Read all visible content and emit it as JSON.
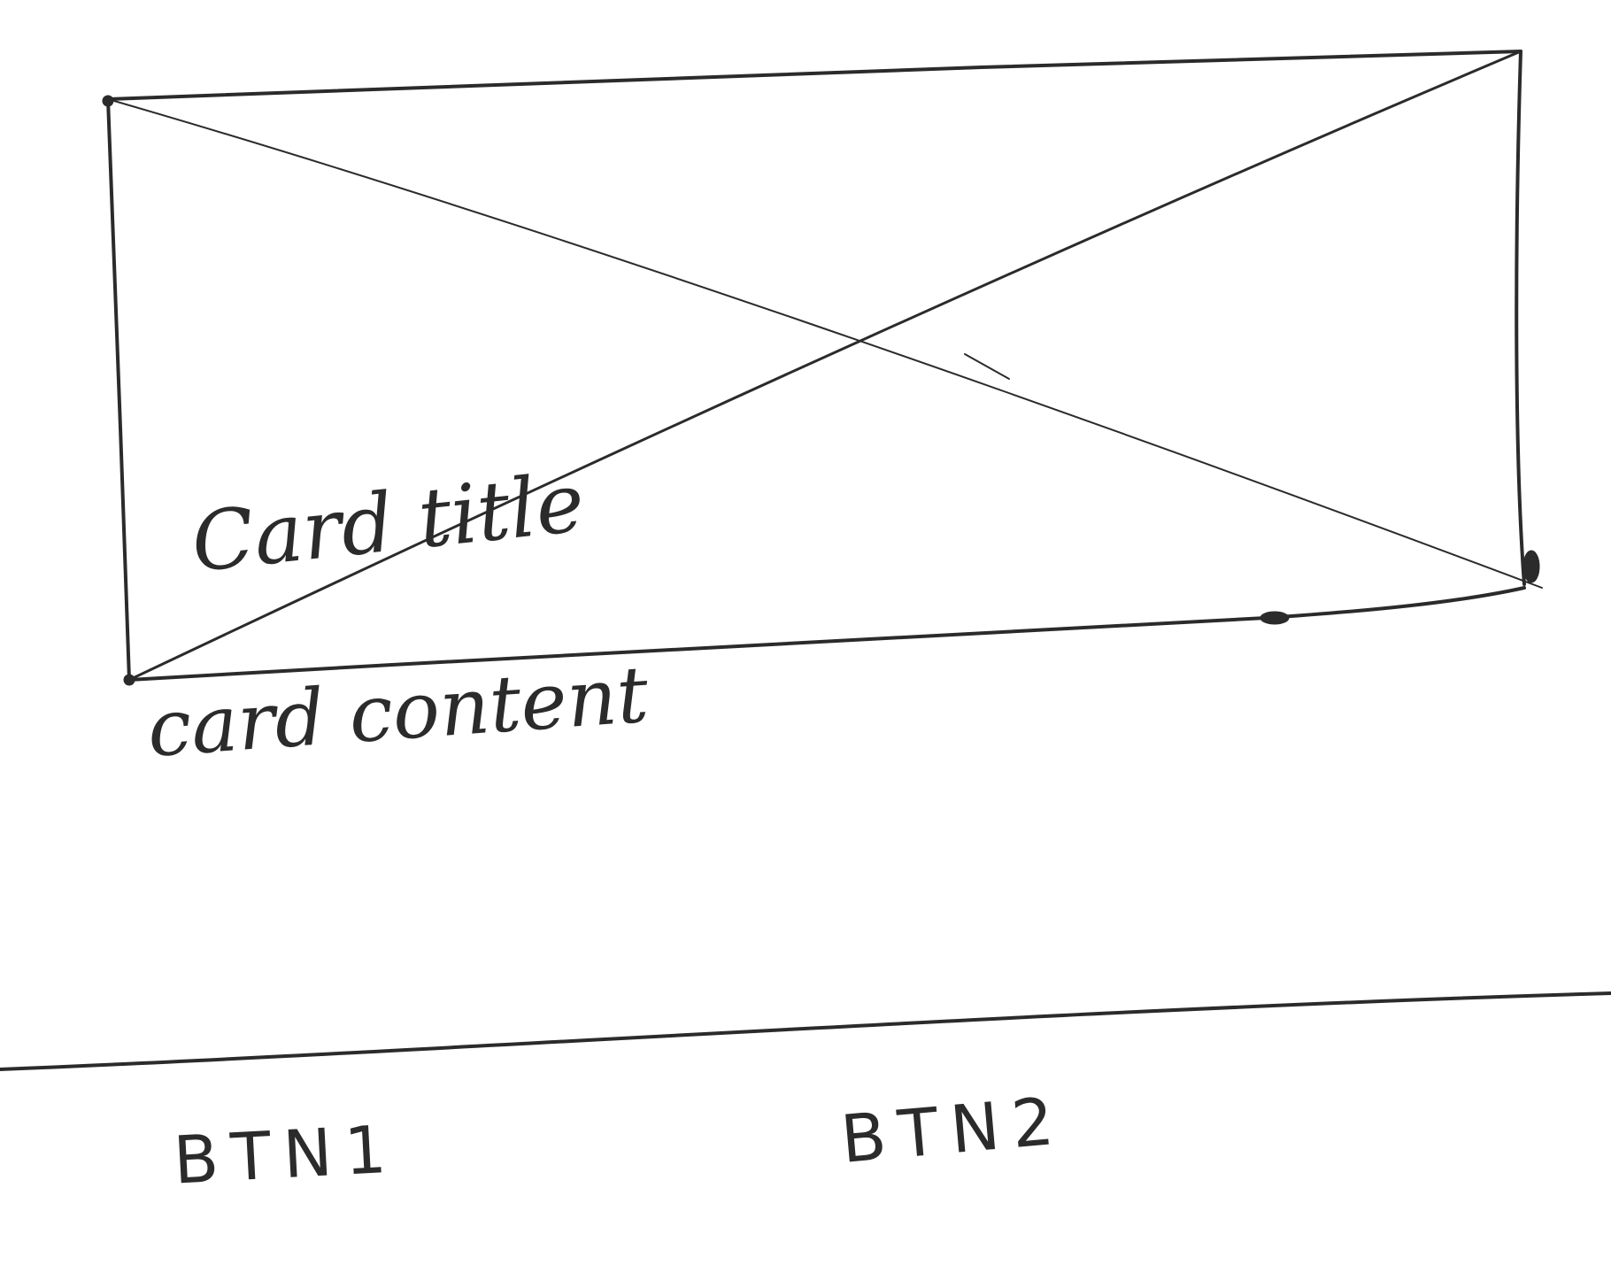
{
  "card": {
    "title": "Card title",
    "content": "card content"
  },
  "actions": {
    "btn1_label": "BTN1",
    "btn2_label": "BTN2"
  },
  "colors": {
    "ink": "#2b2b2b",
    "paper": "#ffffff"
  }
}
